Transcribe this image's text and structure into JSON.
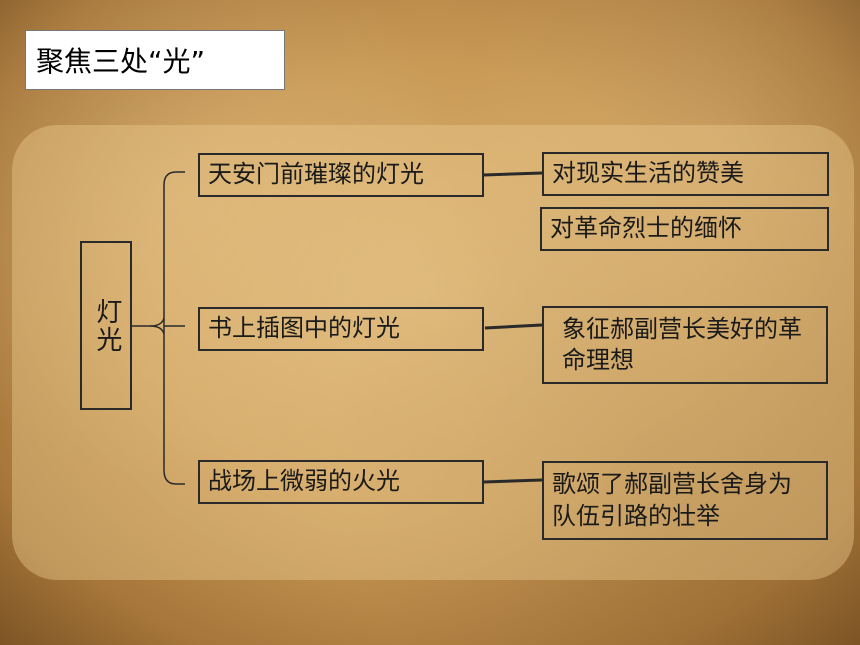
{
  "title": "聚焦三处“光”",
  "root": "灯光",
  "branches": [
    {
      "label": "天安门前璀璨的灯光",
      "meanings": [
        "对现实生活的赞美",
        "对革命烈士的缅怀"
      ]
    },
    {
      "label": "书上插图中的灯光",
      "meanings": [
        "象征郝副营长美好的革命理想"
      ]
    },
    {
      "label": "战场上微弱的火光",
      "meanings": [
        "歌颂了郝副营长舍身为队伍引路的壮举"
      ]
    }
  ]
}
